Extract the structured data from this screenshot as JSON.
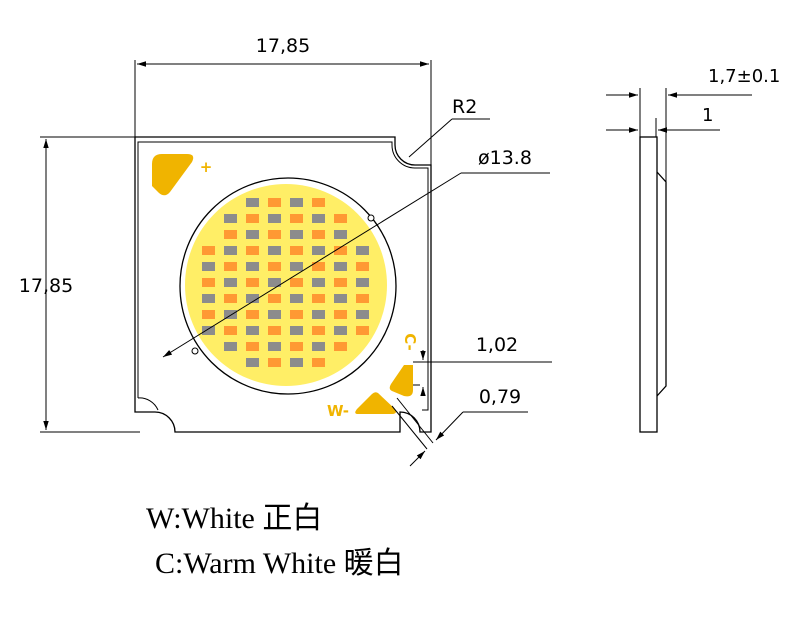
{
  "dimensions": {
    "width": "17,85",
    "height": "17,85",
    "corner_radius": "R2",
    "diameter": "ø13.8",
    "thickness": "1,7±0.1",
    "substrate": "1",
    "pad_gap": "1,02",
    "trace_width": "0,79"
  },
  "pads": {
    "plus": "+",
    "cold": "C-",
    "white": "W-"
  },
  "legend": {
    "white": "W:White 正白",
    "warm": "C:Warm White 暖白"
  },
  "colors": {
    "pad": "#f0b400",
    "led_field": "#ffee66",
    "white_chip": "#ff9933",
    "warm_chip": "#8c8c8c"
  }
}
